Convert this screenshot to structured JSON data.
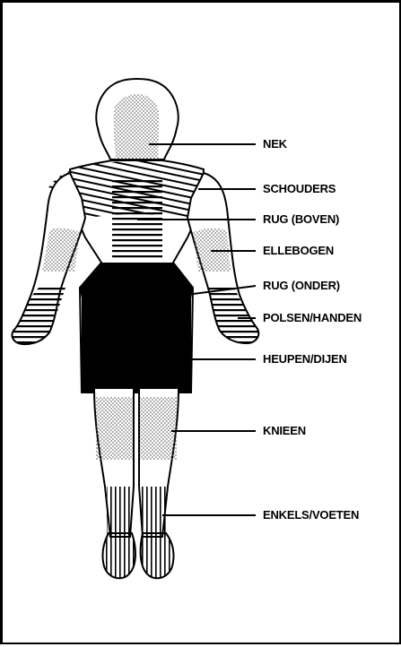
{
  "labels": {
    "neck": "NEK",
    "shoulders": "SCHOUDERS",
    "upper_back": "RUG (BOVEN)",
    "elbows": "ELLEBOGEN",
    "lower_back": "RUG (ONDER)",
    "wrists_hands": "POLSEN/HANDEN",
    "hips_thighs": "HEUPEN/DIJEN",
    "knees": "KNIEEN",
    "ankles_feet": "ENKELS/VOETEN"
  },
  "colors": {
    "ink": "#000000",
    "paper": "#ffffff",
    "stipple": "#9a9a9a"
  }
}
